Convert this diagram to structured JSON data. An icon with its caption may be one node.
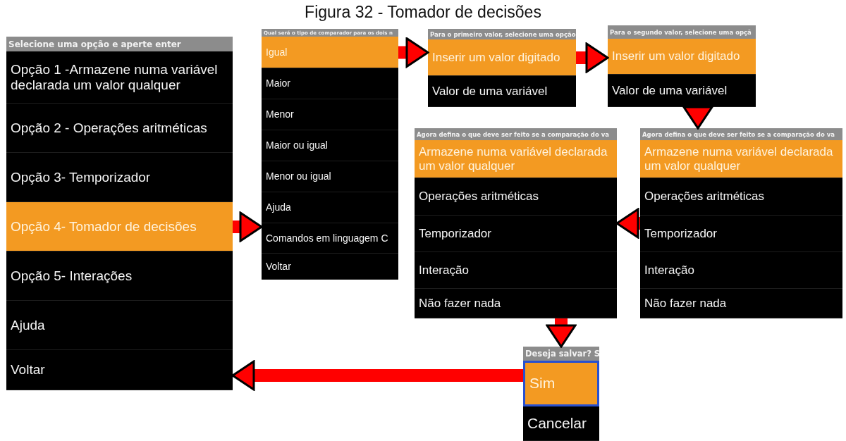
{
  "diagram": {
    "title": "Figura 32 - Tomador de decisões",
    "nodes": [
      {
        "text": [
          "Selecione uma opção e aperte enter"
        ]
      },
      {
        "text": [
          "Opção 1 -Armazene numa variável declarada um valor qualquer"
        ],
        "in": 0
      },
      {
        "text": [
          "Opção 2 - Operações aritméticas"
        ],
        "in": 0
      },
      {
        "text": [
          "Opção 3- Temporizador"
        ],
        "in": 0
      },
      {
        "text": [
          "Opção 4- Tomador de decisões"
        ],
        "in": 0
      },
      {
        "text": [
          "Opção 5- Interações"
        ],
        "in": 0
      },
      {
        "text": [
          "Ajuda"
        ],
        "in": 0
      },
      {
        "text": [
          "Voltar"
        ],
        "in": 0
      },
      {
        "text": [
          "Qual será o tipo de comparador para os dois n"
        ]
      },
      {
        "text": [
          "Igual"
        ],
        "in": 8
      },
      {
        "text": [
          "Maior"
        ],
        "in": 8
      },
      {
        "text": [
          "Menor"
        ],
        "in": 8
      },
      {
        "text": [
          "Maior ou igual"
        ],
        "in": 8
      },
      {
        "text": [
          "Menor ou igual"
        ],
        "in": 8
      },
      {
        "text": [
          "Ajuda"
        ],
        "in": 8
      },
      {
        "text": [
          "Comandos em linguagem C"
        ],
        "in": 8
      },
      {
        "text": [
          "Voltar"
        ],
        "in": 8
      },
      {
        "text": [
          "Para o primeiro valor, selecione uma opção"
        ]
      },
      {
        "text": [
          "Inserir um valor digitado"
        ],
        "in": 17
      },
      {
        "text": [
          "Valor de uma variável"
        ],
        "in": 17
      },
      {
        "text": [
          "Para o segundo valor, selecione uma opçã"
        ]
      },
      {
        "text": [
          "Inserir um valor digitado"
        ],
        "in": 20
      },
      {
        "text": [
          "Valor de uma variável"
        ],
        "in": 20
      },
      {
        "text": [
          "Agora defina o que deve ser feito se a comparação do va"
        ]
      },
      {
        "text": [
          "Armazene numa variável declarada um valor qualquer"
        ],
        "in": 23
      },
      {
        "text": [
          "Operações aritméticas"
        ],
        "in": 23
      },
      {
        "text": [
          "Temporizador"
        ],
        "in": 23
      },
      {
        "text": [
          "Interação"
        ],
        "in": 23
      },
      {
        "text": [
          "Não fazer nada"
        ],
        "in": 23
      },
      {
        "text": [
          "Agora defina o que deve ser feito se a comparação do va"
        ]
      },
      {
        "text": [
          "Armazene numa variável declarada um valor qualquer"
        ],
        "in": 29
      },
      {
        "text": [
          "Operações aritméticas"
        ],
        "in": 29
      },
      {
        "text": [
          "Temporizador"
        ],
        "in": 29
      },
      {
        "text": [
          "Interação"
        ],
        "in": 29
      },
      {
        "text": [
          "Não fazer nada"
        ],
        "in": 29
      },
      {
        "text": [
          "Deseja salvar? S"
        ]
      },
      {
        "text": [
          "Sim"
        ],
        "in": 35
      },
      {
        "text": [
          "Cancelar"
        ],
        "in": 35
      }
    ],
    "edges": [
      {
        "from": 4,
        "to": 8,
        "arrow": "to"
      },
      {
        "from": 9,
        "to": 17,
        "arrow": "to"
      },
      {
        "from": 18,
        "to": 20,
        "arrow": "to"
      },
      {
        "from": 20,
        "to": 29,
        "arrow": "to"
      },
      {
        "from": 29,
        "to": 23,
        "arrow": "to"
      },
      {
        "from": 23,
        "to": 35,
        "arrow": "to"
      },
      {
        "from": 36,
        "to": 0,
        "arrow": "to"
      }
    ]
  }
}
